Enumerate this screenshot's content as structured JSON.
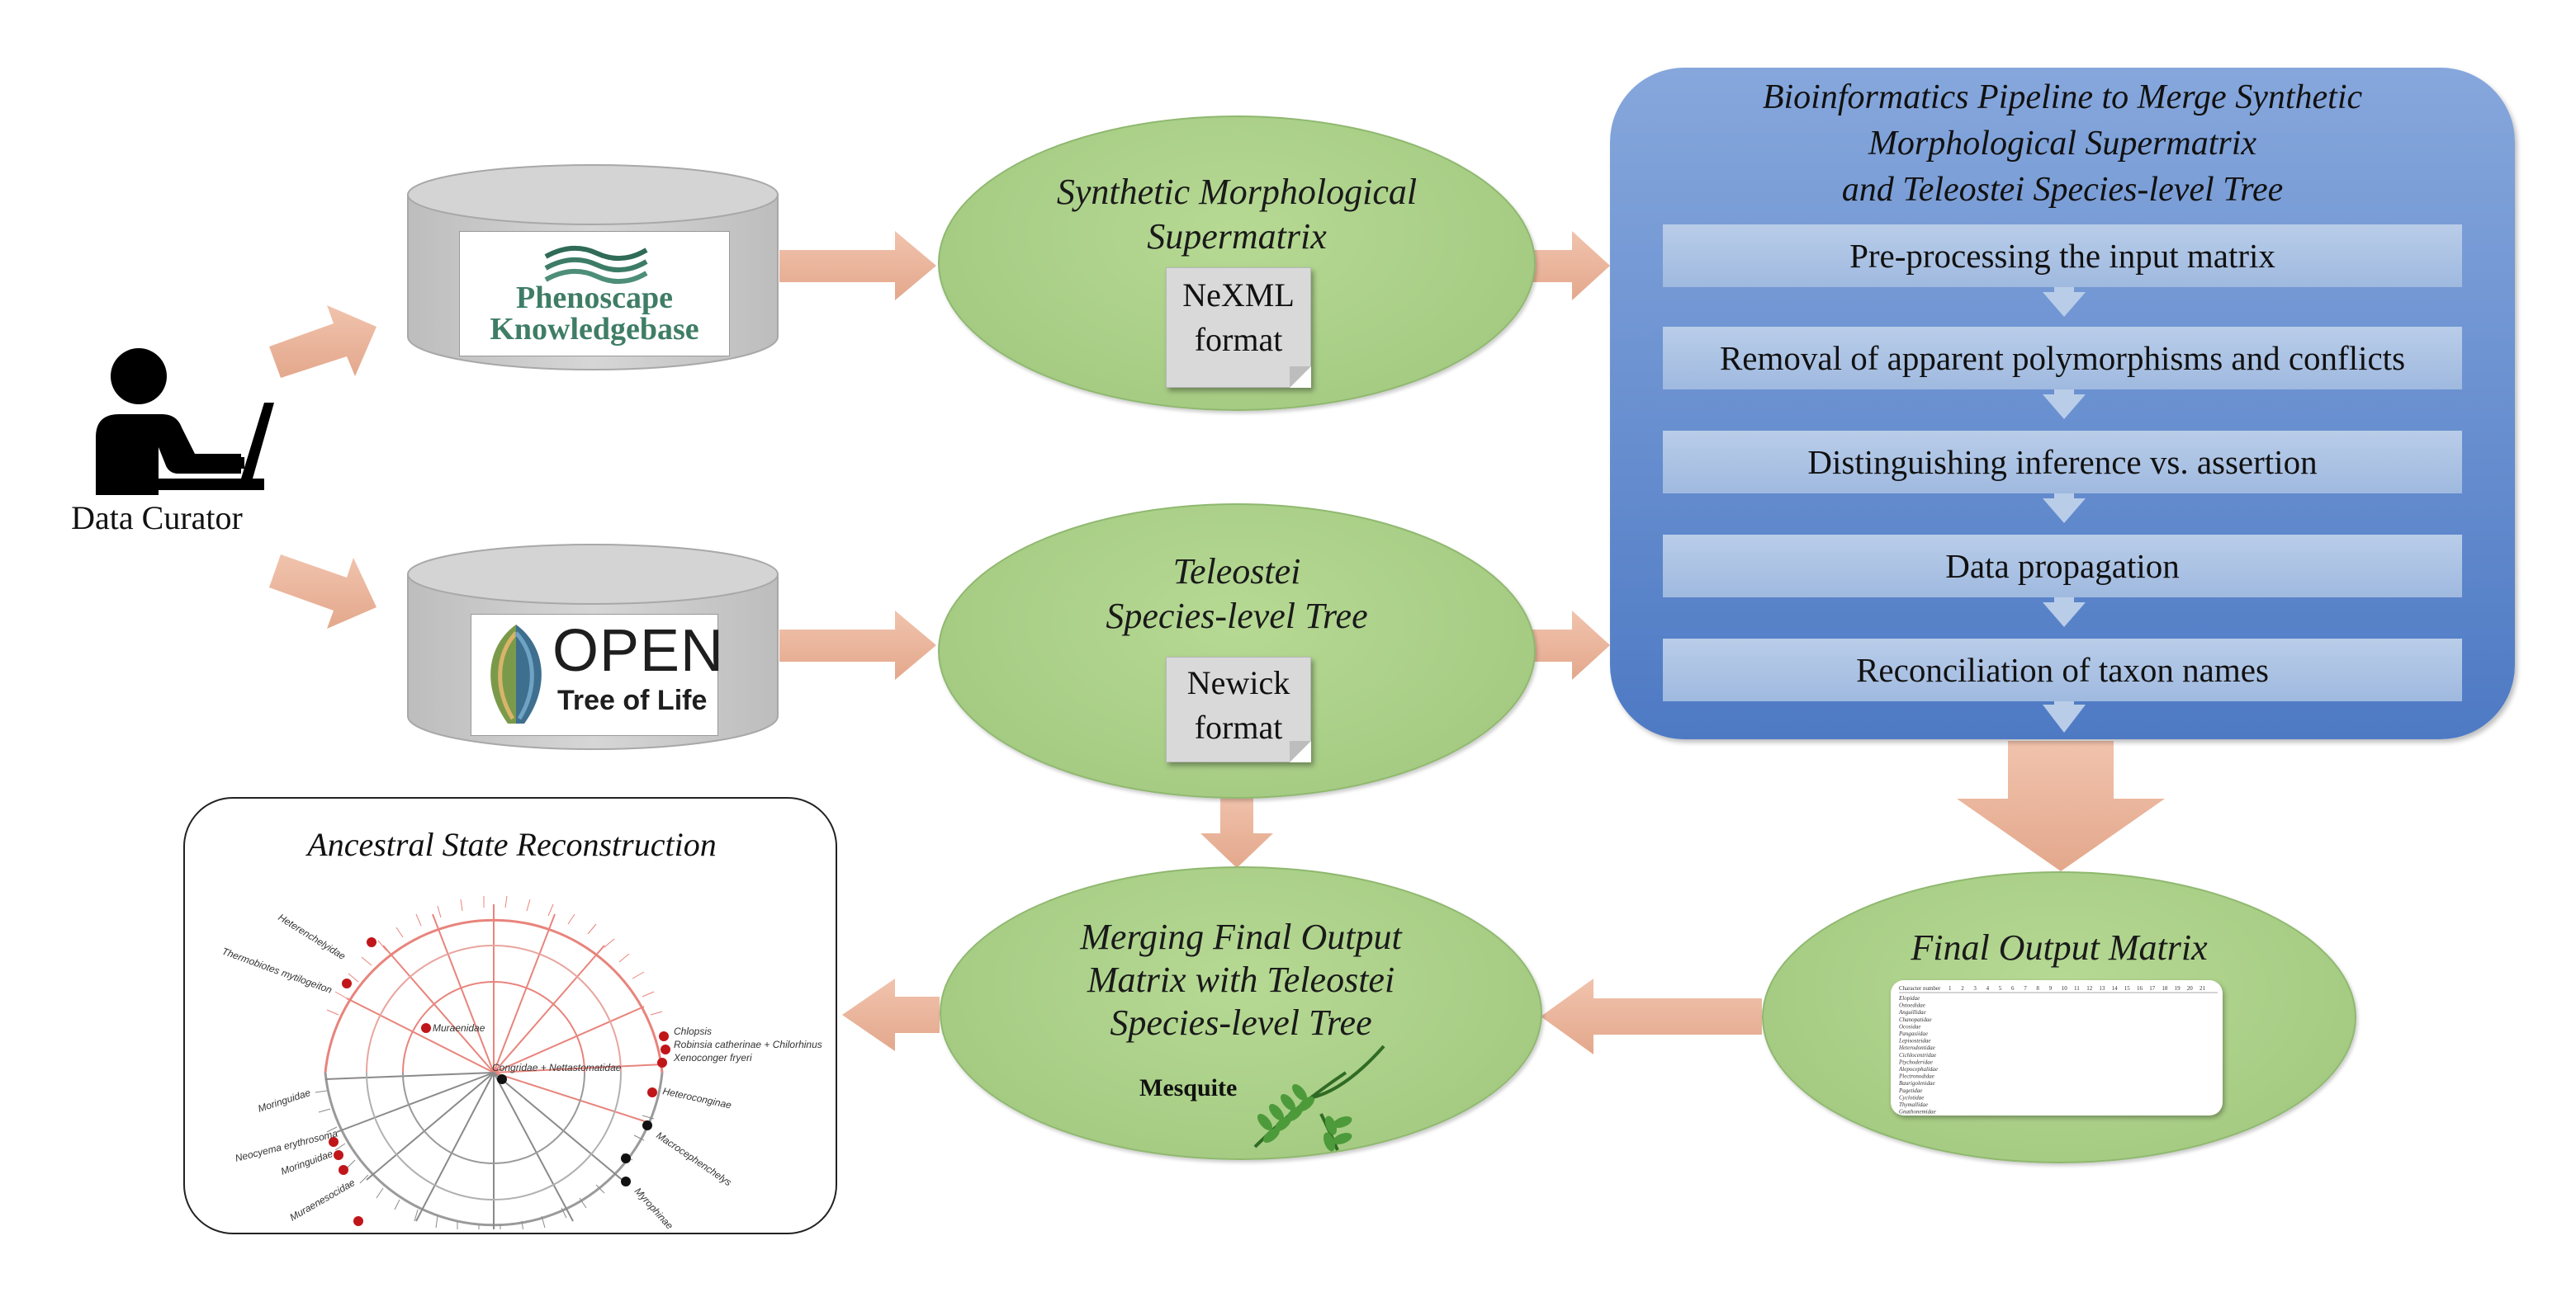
{
  "data_curator": {
    "label": "Data Curator"
  },
  "phenoscape": {
    "logo_line1": "Phenoscape",
    "logo_line2": "Knowledgebase"
  },
  "opentree": {
    "logo_word": "OPEN",
    "logo_sub": "Tree of Life"
  },
  "supermatrix": {
    "title_line1": "Synthetic Morphological",
    "title_line2": "Supermatrix",
    "format_line1": "NeXML",
    "format_line2": "format"
  },
  "species_tree": {
    "title_line1": "Teleostei",
    "title_line2": "Species-level Tree",
    "format_line1": "Newick",
    "format_line2": "format"
  },
  "pipeline": {
    "title_line1": "Bioinformatics Pipeline to Merge Synthetic",
    "title_line2": "Morphological Supermatrix",
    "title_line3": "and Teleostei Species-level Tree",
    "steps": [
      "Pre-processing the input matrix",
      "Removal of apparent polymorphisms and conflicts",
      "Distinguishing inference vs. assertion",
      "Data propagation",
      "Reconciliation of taxon names"
    ]
  },
  "final_matrix": {
    "title": "Final Output Matrix",
    "header_label": "Character number",
    "column_numbers": [
      "1",
      "2",
      "3",
      "4",
      "5",
      "6",
      "7",
      "8",
      "9",
      "10",
      "11",
      "12",
      "13",
      "14",
      "15",
      "16",
      "17",
      "18",
      "19",
      "20",
      "21"
    ],
    "taxa": [
      "Elopidae",
      "Ostoedidae",
      "Anguillidae",
      "Chanopatidae",
      "Ocosidae",
      "Pangasiidae",
      "Lepisosteidae",
      "Heterodontidae",
      "Cichlocentridae",
      "Ptychoderidae",
      "Alepocephalidae",
      "Plectronodidae",
      "Baurigolenidae",
      "Pagetidae",
      "Cyclotidae",
      "Thymallidae",
      "Gnathonemidae"
    ]
  },
  "merging": {
    "title_line1": "Merging Final Output",
    "title_line2": "Matrix with Teleostei",
    "title_line3": "Species-level Tree",
    "tool_label": "Mesquite"
  },
  "asr": {
    "title": "Ancestral State Reconstruction",
    "labels": {
      "heterenchelyidae": "Heterenchelyidae",
      "thermobiotes": "Thermobiotes mytilogeiton",
      "moringuidae": "Moringuidae",
      "neocyema": "Neocyema erythrosoma",
      "moringuidae2": "Moringuidae",
      "muraenidae": "Muraenidae",
      "congridae": "Congridae + Nettastomatidae",
      "chlopsis": "Chlopsis",
      "robinsia": "Robinsia catherinae + Chilorhinus",
      "xenoconger": "Xenoconger fryeri",
      "heteroconginae": "Heteroconginae",
      "macrocephenchelys": "Macrocephenchelys",
      "myrophinae": "Myrophinae",
      "muraenesocidae": "Muraenesocidae"
    }
  },
  "colors": {
    "arrow": "#eab49a",
    "ellipse": "#a9cf86",
    "pipeline_panel": "#5a86cc",
    "step_box": "#aec4e6",
    "cylinder": "#c9c9c9",
    "red_branch": "#e8847c",
    "red_node": "#c0161a"
  },
  "icons": [
    "person-at-laptop-icon",
    "database-cylinder-icon",
    "mesquite-leaf-icon",
    "phenoscape-waves-icon",
    "open-tree-leaf-icon"
  ]
}
